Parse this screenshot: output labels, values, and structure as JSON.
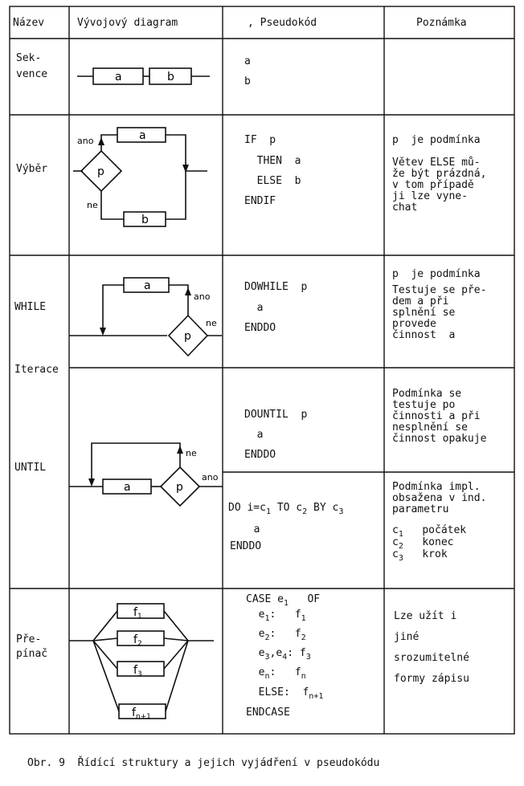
{
  "headers": {
    "name": "Název",
    "diagram": "Vývojový diagram",
    "pseudocode": ", Pseudokód",
    "note": "Poznámka"
  },
  "rows": {
    "sequence": {
      "name_line1": "Sek-",
      "name_line2": "vence",
      "box_a": "a",
      "box_b": "b",
      "code": [
        "a",
        "b"
      ]
    },
    "selection": {
      "name": "Výběr",
      "label_yes": "ano",
      "label_no": "ne",
      "cond": "p",
      "box_a": "a",
      "box_b": "b",
      "code": [
        "IF  p",
        "  THEN  a",
        "  ELSE  b",
        "ENDIF"
      ],
      "note": [
        "p  je podmínka",
        "Větev ELSE mů-",
        "že být prázdná,",
        "v tom případě",
        "ji lze vyne-",
        "chat"
      ]
    },
    "iteration": {
      "group_name": "Iterace",
      "while": {
        "name": "WHILE",
        "box_a": "a",
        "cond": "p",
        "label_yes": "ano",
        "label_no": "ne",
        "code": [
          "DOWHILE  p",
          "  a",
          "ENDDO"
        ],
        "note": [
          "p  je podmínka",
          "Testuje se pře-",
          "dem a při",
          "splnění se",
          "provede",
          "činnost  a"
        ]
      },
      "until": {
        "name": "UNTIL",
        "box_a": "a",
        "cond": "p",
        "label_yes": "ano",
        "label_no": "ne",
        "code": [
          "DOUNTIL  p",
          "  a",
          "ENDDO"
        ],
        "note": [
          "Podmínka se",
          "testuje po",
          "činnosti a při",
          "nesplnění se",
          "činnost opakuje"
        ]
      },
      "do_loop": {
        "code_line1": "DO i=c",
        "c1": "1",
        "to": " TO c",
        "c2": "2",
        "by": " BY c",
        "c3": "3",
        "code_line2": "  a",
        "code_line3": "ENDDO",
        "note": [
          "Podmínka impl.",
          "obsažena v ind.",
          "parametru"
        ],
        "params": [
          {
            "sym": "c",
            "idx": "1",
            "desc": "počátek"
          },
          {
            "sym": "c",
            "idx": "2",
            "desc": "konec"
          },
          {
            "sym": "c",
            "idx": "3",
            "desc": "krok"
          }
        ]
      }
    },
    "switch": {
      "name_line1": "Pře-",
      "name_line2": "pínač",
      "boxes": [
        {
          "f": "f",
          "i": "1"
        },
        {
          "f": "f",
          "i": "2"
        },
        {
          "f": "f",
          "i": "3"
        },
        {
          "f": "f",
          "i": "n+1"
        }
      ],
      "code": [
        {
          "l": "CASE e",
          "ls": "1",
          "r": "OF",
          "rs": ""
        },
        {
          "l": "  e",
          "ls": "1",
          "r": "f",
          "rs": "1"
        },
        {
          "l": "  e",
          "ls": "2",
          "r": "f",
          "rs": "2"
        },
        {
          "l": "  e",
          "ls": "3",
          "r": "f",
          "rs": "3",
          "mid": ",e",
          "mids": "4"
        },
        {
          "l": "  e",
          "ls": "n",
          "r": "f",
          "rs": "n"
        },
        {
          "l": "  ELSE:",
          "ls": "",
          "r": "f",
          "rs": "n+1"
        },
        {
          "l": "ENDCASE",
          "ls": "",
          "r": "",
          "rs": ""
        }
      ],
      "note": [
        "Lze užít i",
        "jiné",
        "srozumitelné",
        "formy zápisu"
      ]
    }
  },
  "caption": "Obr. 9  Řídící struktury a jejich vyjádření v pseudokódu"
}
